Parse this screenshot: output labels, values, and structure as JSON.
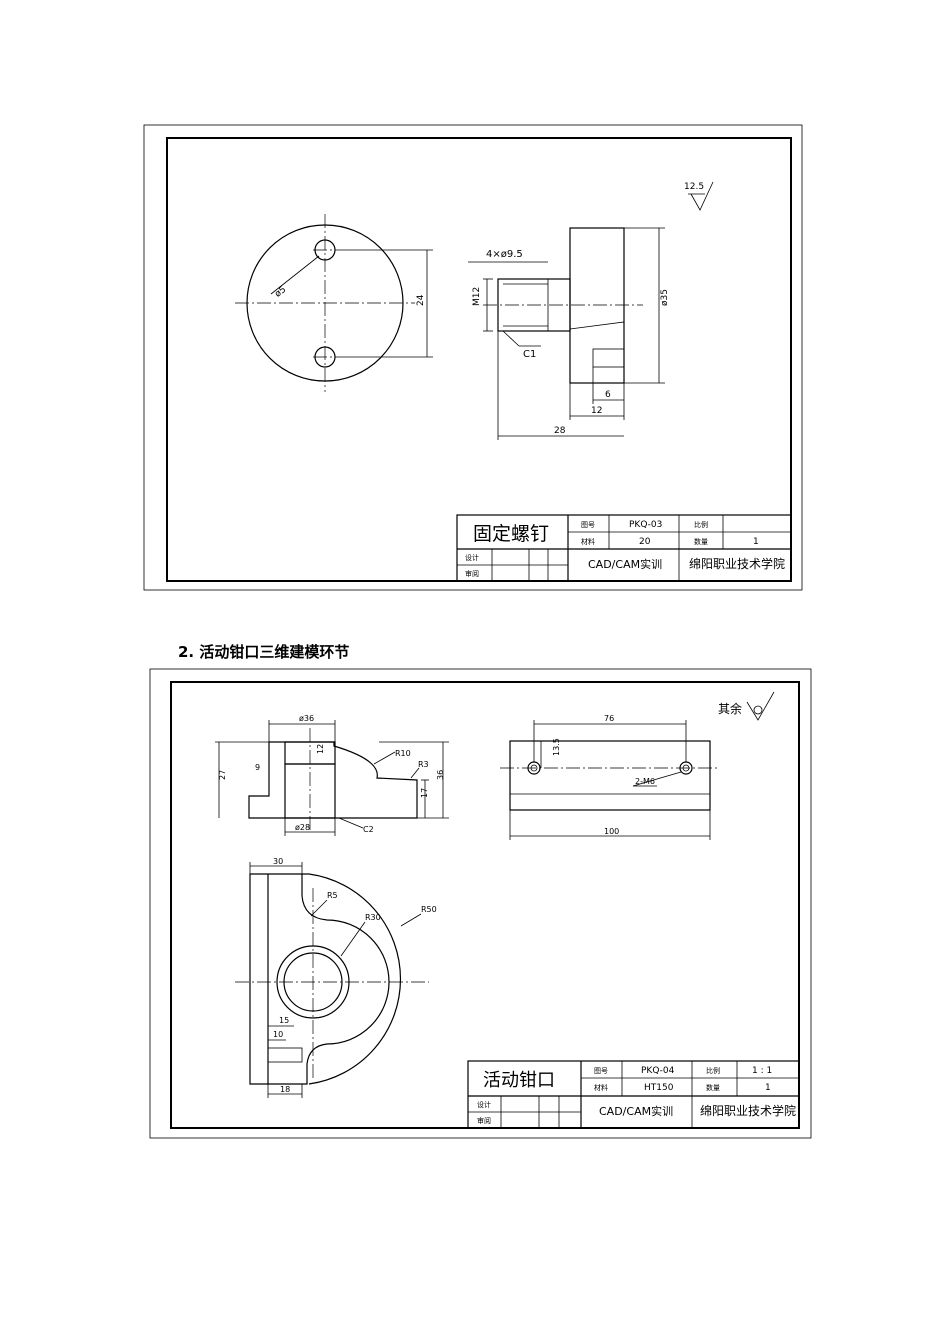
{
  "drawing1": {
    "title": "固定螺钉",
    "drawing_no_label": "图号",
    "drawing_no": "PKQ-03",
    "scale_label": "比例",
    "scale": "",
    "material_label": "材料",
    "material": "20",
    "quantity_label": "数量",
    "quantity": "1",
    "designer_label": "设计",
    "reviewer_label": "审阅",
    "course": "CAD/CAM实训",
    "school": "绵阳职业技术学院",
    "roughness": "12.5",
    "dims": {
      "hole_dia": "ø5",
      "pitch": "24",
      "holes_spec": "4×ø9.5",
      "thread": "M12",
      "chamfer": "C1",
      "outer_dia": "ø35",
      "d6": "6",
      "d12": "12",
      "d28": "28"
    }
  },
  "section2": {
    "heading": "2.  活动钳口三维建模环节"
  },
  "drawing2": {
    "title": "活动钳口",
    "drawing_no_label": "图号",
    "drawing_no": "PKQ-04",
    "scale_label": "比例",
    "scale": "1 : 1",
    "material_label": "材料",
    "material": "HT150",
    "quantity_label": "数量",
    "quantity": "1",
    "designer_label": "设计",
    "reviewer_label": "审阅",
    "course": "CAD/CAM实训",
    "school": "绵阳职业技术学院",
    "other_roughness": "其余",
    "dims": {
      "d36_dia": "ø36",
      "r10": "R10",
      "r3": "R3",
      "d36": "36",
      "d17": "17",
      "d12": "12",
      "d9": "9",
      "d27": "27",
      "d28": "ø28",
      "c2": "C2",
      "d76": "76",
      "d13_5": "13.5",
      "m6": "2-M6",
      "d100": "100",
      "d30": "30",
      "r5": "R5",
      "r30": "R30",
      "r50": "R50",
      "d15": "15",
      "d10": "10",
      "d18": "18"
    }
  }
}
